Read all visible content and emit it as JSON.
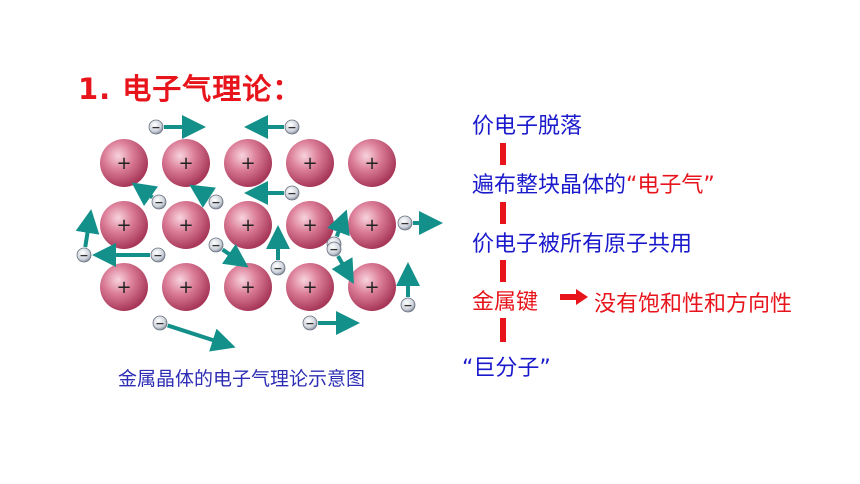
{
  "title": "1. 电子气理论：",
  "caption": "金属晶体的电子气理论示意图",
  "flow": {
    "step1": "价电子脱落",
    "step2_prefix": "遍布整块晶体的",
    "step2_highlight": "“电子气”",
    "step3": "价电子被所有原子共用",
    "step4": "金属键",
    "step4_side": "没有饱和性和方向性",
    "step5": "“巨分子”"
  },
  "symbols": {
    "ion": "+",
    "electron": "−"
  },
  "colors": {
    "red": "#e8141b",
    "blue": "#1a1acc",
    "arrow": "#14908a",
    "ion": "#c95a78"
  }
}
